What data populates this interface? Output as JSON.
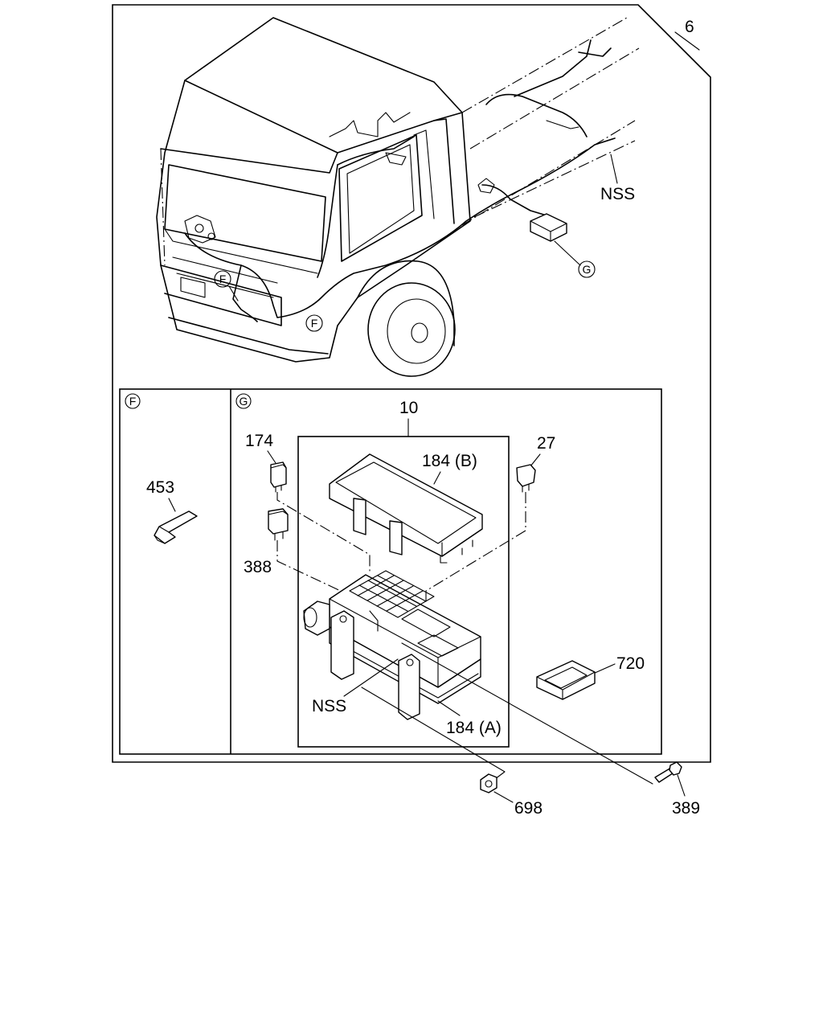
{
  "diagram": {
    "callouts": {
      "assembly": "6",
      "nss_top": "NSS",
      "fuse_box_assy": "10",
      "relay_174": "174",
      "cover_b": "184 (B)",
      "fuse_27": "27",
      "clip_453": "453",
      "relay_388": "388",
      "bracket_720": "720",
      "nss_bottom": "NSS",
      "case_a": "184 (A)",
      "nut_698": "698",
      "bolt_389": "389"
    },
    "detail_markers": {
      "f": "F",
      "g": "G"
    }
  }
}
